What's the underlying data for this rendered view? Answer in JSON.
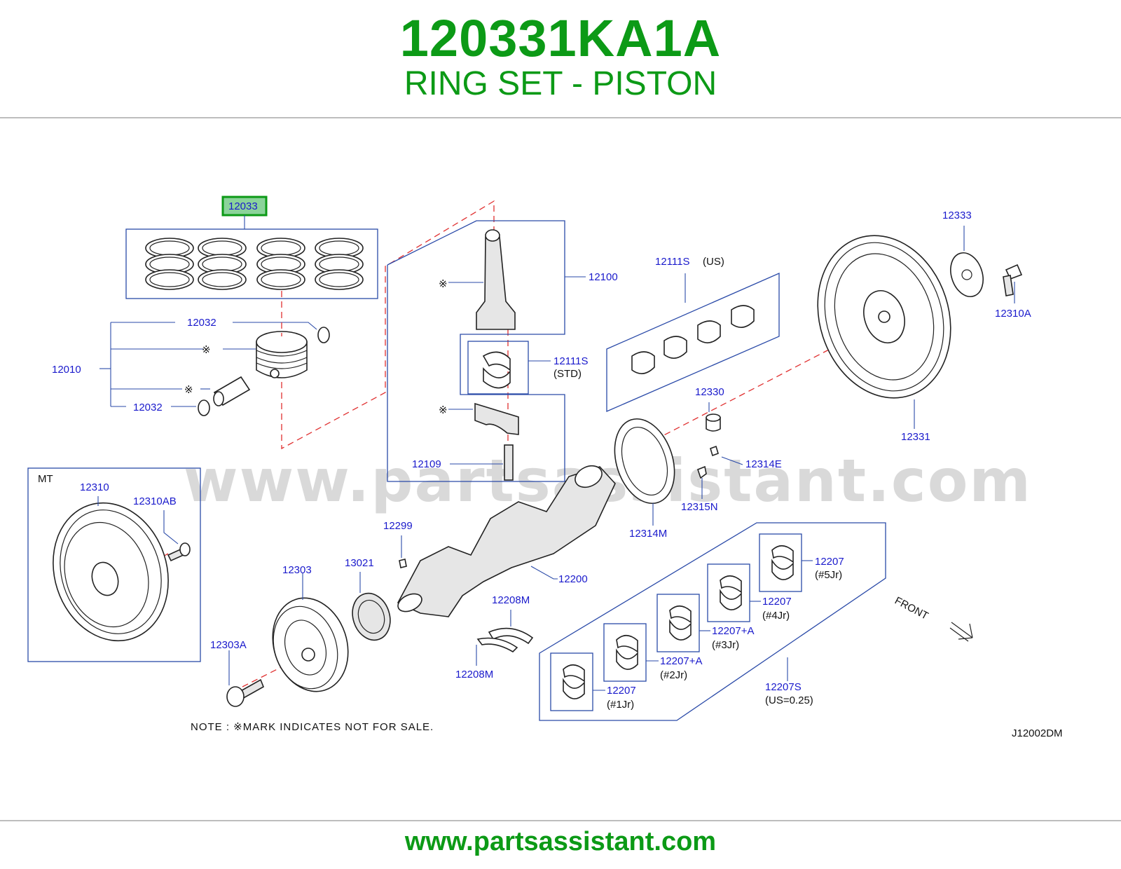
{
  "header": {
    "part_number": "120331KA1A",
    "part_name": "RING SET - PISTON"
  },
  "footer": {
    "url": "www.partsassistant.com"
  },
  "diagram": {
    "watermark": "www.partsassistant.com",
    "diagram_code": "J12002DM",
    "note": "NOTE : ※MARK   INDICATES   NOT   FOR   SALE.",
    "front_label": "FRONT",
    "mt_label": "MT",
    "not_for_sale_mark": "※",
    "highlight_color": "#0c9a16",
    "callouts": {
      "c12033": "12033",
      "c12010": "12010",
      "c12032a": "12032",
      "c12032b": "12032",
      "c12100": "12100",
      "c12111s_std": "12111S",
      "c12111s_std_sub": "(STD)",
      "c12111s_us": "12111S",
      "c12111s_us_sub": "(US)",
      "c12109": "12109",
      "c12333": "12333",
      "c12310a": "12310A",
      "c12331": "12331",
      "c12330": "12330",
      "c12314e": "12314E",
      "c12315n": "12315N",
      "c12314m": "12314M",
      "c12310": "12310",
      "c12310ab": "12310AB",
      "c12299": "12299",
      "c12303": "12303",
      "c13021": "13021",
      "c12200": "12200",
      "c12208m_a": "12208M",
      "c12208m_b": "12208M",
      "c12303a": "12303A",
      "c12207_5": "12207",
      "c12207_5_sub": "(#5Jr)",
      "c12207_4": "12207",
      "c12207_4_sub": "(#4Jr)",
      "c12207a_3": "12207+A",
      "c12207a_3_sub": "(#3Jr)",
      "c12207a_2": "12207+A",
      "c12207a_2_sub": "(#2Jr)",
      "c12207_1": "12207",
      "c12207_1_sub": "(#1Jr)",
      "c12207s": "12207S",
      "c12207s_sub": "(US=0.25)"
    }
  }
}
